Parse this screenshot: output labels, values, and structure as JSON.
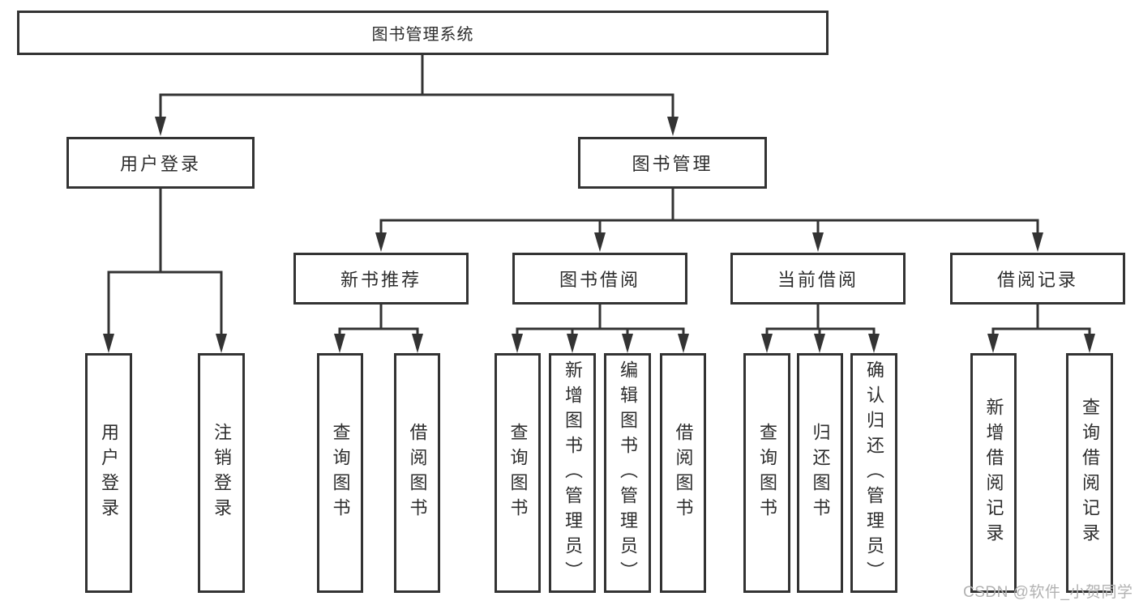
{
  "diagram": {
    "title": "图书管理系统",
    "branches": {
      "user_login": {
        "label": "用户登录",
        "children": [
          "用户登录",
          "注销登录"
        ]
      },
      "book_mgmt": {
        "label": "图书管理",
        "children": [
          {
            "label": "新书推荐",
            "children": [
              "查询图书",
              "借阅图书"
            ]
          },
          {
            "label": "图书借阅",
            "children": [
              "查询图书",
              "新增图书（管理员）",
              "编辑图书（管理员）",
              "借阅图书"
            ]
          },
          {
            "label": "当前借阅",
            "children": [
              "查询图书",
              "归还图书",
              "确认归还（管理员）"
            ]
          },
          {
            "label": "借阅记录",
            "children": [
              "新增借阅记录",
              "查询借阅记录"
            ]
          }
        ]
      }
    }
  },
  "watermark": "CSDN @软件_小贺同学",
  "colors": {
    "line": "#333333",
    "border": "#333333",
    "text": "#2d2d2d",
    "watermark": "#b2b2b2",
    "background": "#ffffff"
  }
}
